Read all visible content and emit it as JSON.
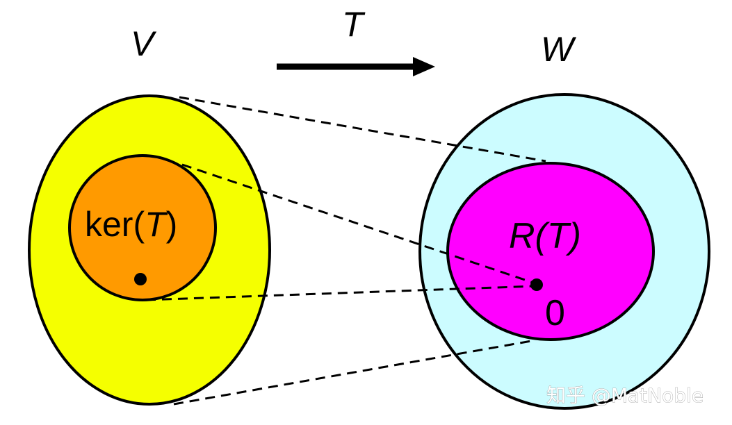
{
  "domain_labels": {
    "V": "V",
    "W": "W",
    "T": "T"
  },
  "kernel_label": {
    "prefix": "ker(",
    "symbol": "T",
    "suffix": ")"
  },
  "range_label": {
    "prefix": "R(",
    "symbol": "T",
    "suffix": ")"
  },
  "zero_label": "0",
  "watermark": "知乎 @MatNoble",
  "colors": {
    "V_fill": "#f5ff00",
    "ker_fill": "#ff9a00",
    "W_fill": "#ccfcff",
    "range_fill": "#ff00ff",
    "stroke": "#000000",
    "background": "#ffffff"
  },
  "icons": {
    "mapping_arrow": "right-arrow-icon"
  }
}
